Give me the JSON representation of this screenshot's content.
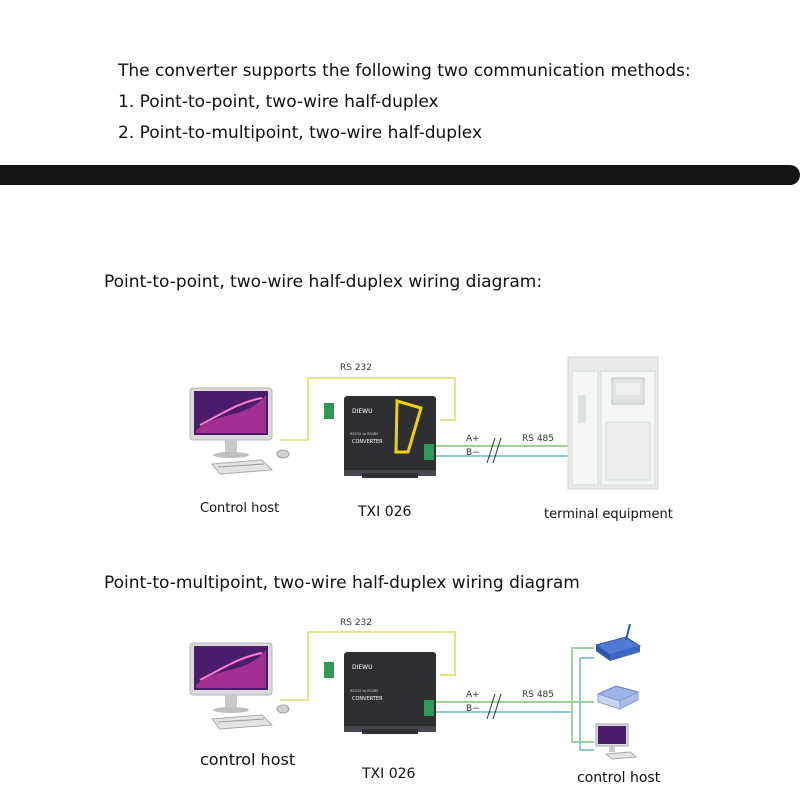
{
  "intro": {
    "heading": "The converter supports the following two communication methods:",
    "item1": "1. Point-to-point, two-wire half-duplex",
    "item2": "2. Point-to-multipoint, two-wire half-duplex"
  },
  "diagram1": {
    "title": "Point-to-point, two-wire half-duplex wiring diagram:",
    "link_top": "RS  232",
    "a_plus": "A+",
    "b_minus": "B−",
    "link_right": "RS  485",
    "host_label": "Control host",
    "converter_label": "TXI 026",
    "target_label": "terminal equipment",
    "device": {
      "brand": "DIEWU",
      "model_text": "RS232 to RS485",
      "name_text": "CONVERTER"
    }
  },
  "diagram2": {
    "title": "Point-to-multipoint, two-wire half-duplex wiring diagram",
    "link_top": "RS  232",
    "a_plus": "A+",
    "b_minus": "B−",
    "link_right": "RS  485",
    "host_label": "control host",
    "converter_label": "TXI 026",
    "target_label": "control host",
    "device": {
      "brand": "DIEWU",
      "model_text": "RS232 to RS485",
      "name_text": "CONVERTER"
    }
  },
  "colors": {
    "rs232_line": "#e6e48a",
    "rs485_a_line": "#9fd19a",
    "rs485_b_line": "#8fc7d6",
    "converter_body": "#2d2f33",
    "converter_accent": "#f2d200",
    "divider": "#141414"
  },
  "icons": [
    "monitor-icon",
    "keyboard-icon",
    "mouse-icon",
    "converter-device-icon",
    "terminal-cabinet-icon",
    "router-icon",
    "scale-icon",
    "computer-icon"
  ]
}
